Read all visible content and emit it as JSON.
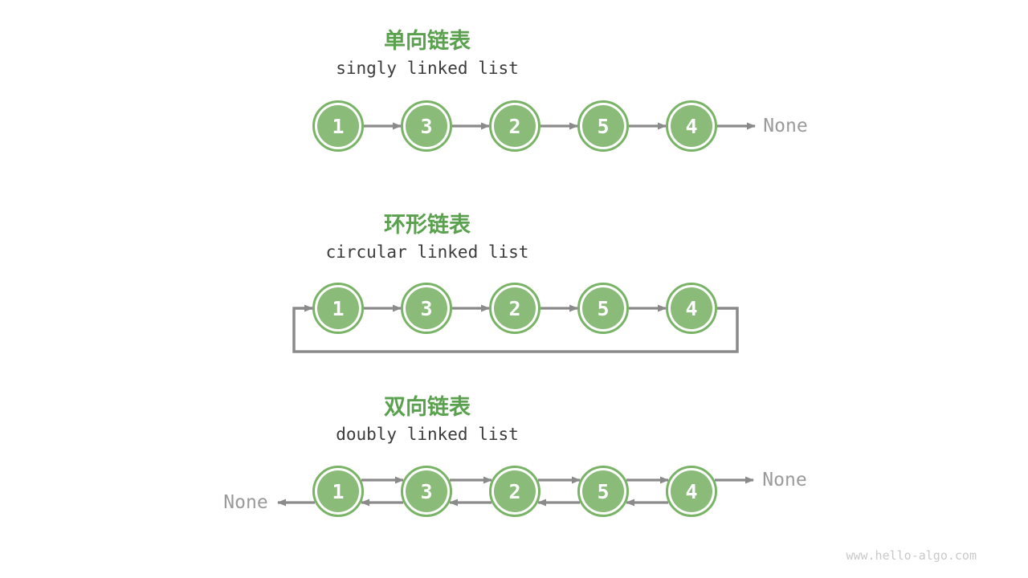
{
  "colors": {
    "title_green": "#5aa14e",
    "subtitle_dark": "#3b3b3b",
    "node_fill": "#8abb79",
    "node_ring": "#79b366",
    "node_text": "#ffffff",
    "arrow_gray": "#8a8a8a",
    "none_gray": "#9a9a9a",
    "watermark_gray": "#c9c9c9"
  },
  "sections": [
    {
      "type": "singly",
      "title": "单向链表",
      "subtitle": "singly linked list",
      "nodes": [
        "1",
        "3",
        "2",
        "5",
        "4"
      ],
      "tail_label": "None"
    },
    {
      "type": "circular",
      "title": "环形链表",
      "subtitle": "circular linked list",
      "nodes": [
        "1",
        "3",
        "2",
        "5",
        "4"
      ]
    },
    {
      "type": "doubly",
      "title": "双向链表",
      "subtitle": "doubly linked list",
      "nodes": [
        "1",
        "3",
        "2",
        "5",
        "4"
      ],
      "head_label": "None",
      "tail_label": "None"
    }
  ],
  "watermark": "www.hello-algo.com"
}
